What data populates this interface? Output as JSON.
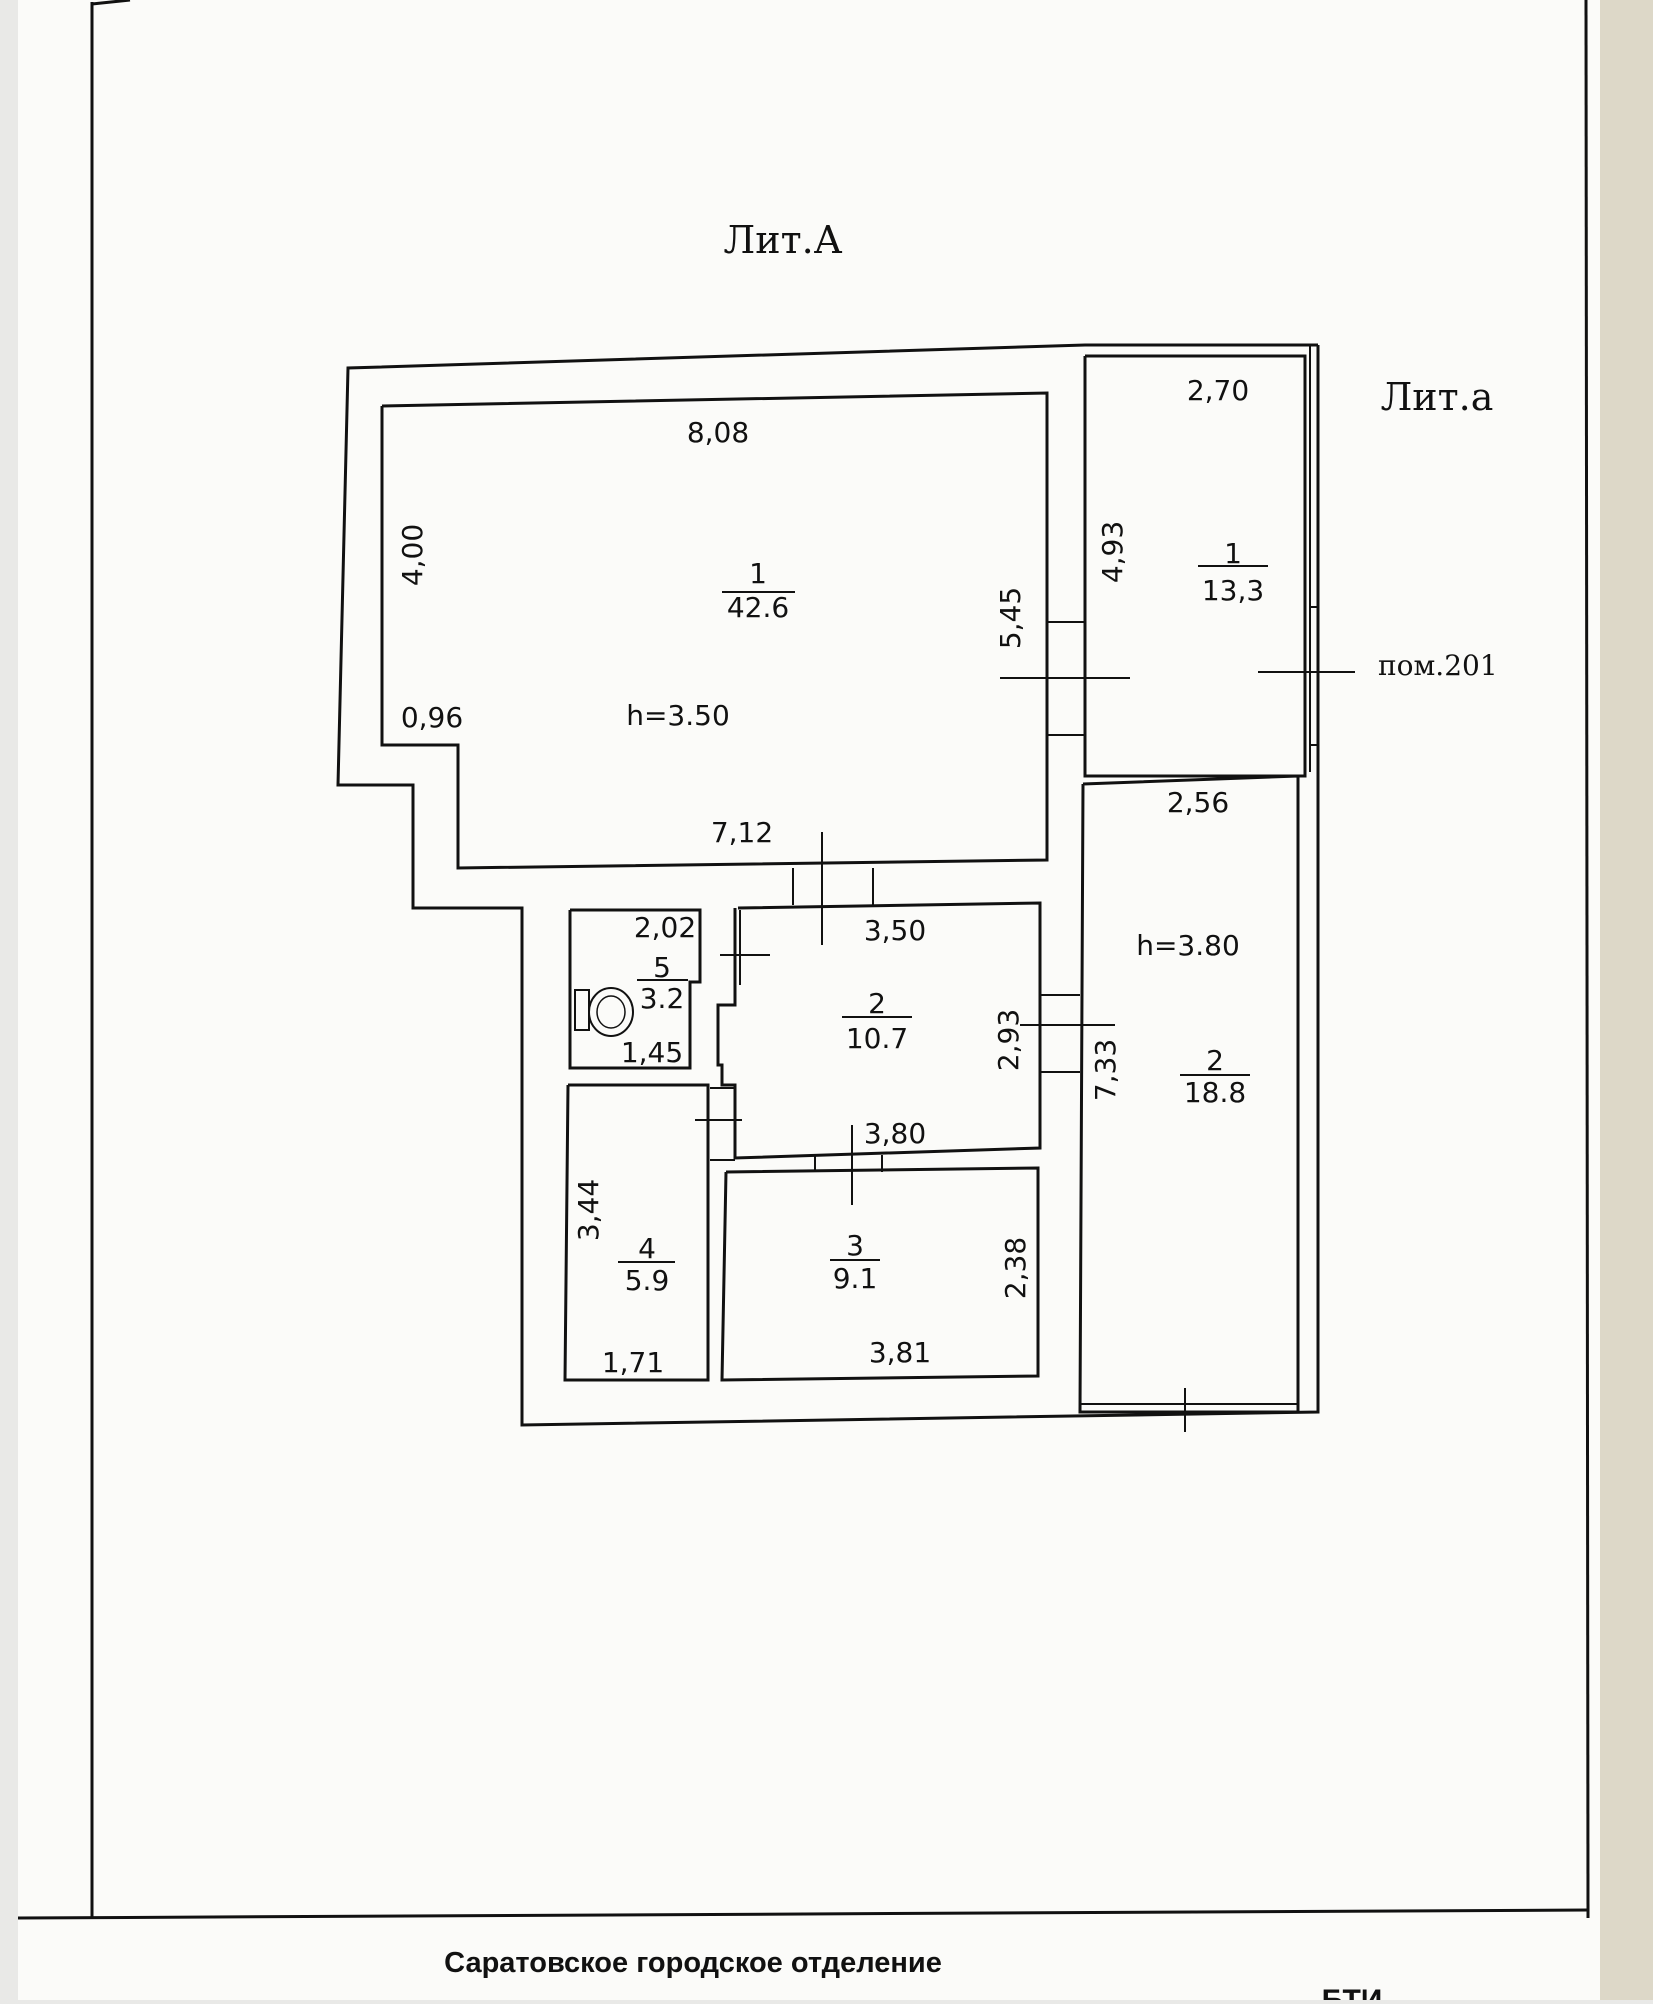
{
  "labels": {
    "lit_main": "Лит.А",
    "lit_annex": "Лит.а",
    "pom": "пом.201",
    "footer_title": "Саратовское городское отделение",
    "footer_cut": "БТИ"
  },
  "rooms": [
    {
      "key": "r1",
      "num": "1",
      "area": "42.6",
      "height": "h=3.50"
    },
    {
      "key": "a1",
      "num": "1",
      "area": "13,3"
    },
    {
      "key": "a2",
      "num": "2",
      "area": "18.8",
      "height": "h=3.80"
    },
    {
      "key": "r2",
      "num": "2",
      "area": "10.7"
    },
    {
      "key": "r3",
      "num": "3",
      "area": "9.1"
    },
    {
      "key": "r4",
      "num": "4",
      "area": "5.9"
    },
    {
      "key": "r5",
      "num": "5",
      "area": "3.2"
    }
  ],
  "dimensions": {
    "d_808": "8,08",
    "d_400": "4,00",
    "d_545": "5,45",
    "d_096": "0,96",
    "d_712": "7,12",
    "d_270": "2,70",
    "d_493": "4,93",
    "d_256": "2,56",
    "d_733": "7,33",
    "d_202": "2,02",
    "d_145": "1,45",
    "d_350": "3,50",
    "d_293": "2,93",
    "d_380": "3,80",
    "d_344": "3,44",
    "d_171": "1,71",
    "d_238": "2,38",
    "d_381": "3,81"
  }
}
